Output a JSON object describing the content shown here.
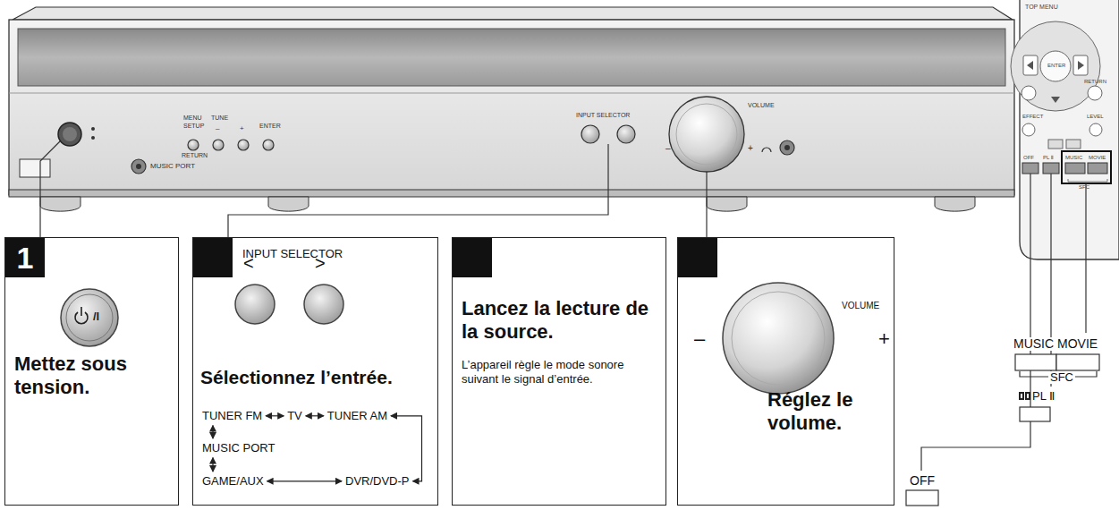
{
  "diagram": {
    "nodes": [
      {
        "text": [
          "1",
          "Mettez sous tension."
        ]
      },
      {
        "text": [
          "INPUT SELECTOR",
          "Sélectionnez l’entrée."
        ]
      },
      {
        "text": [
          "Lancez la lecture de la source.",
          "L’appareil règle le mode sonore suivant le signal d’entrée."
        ]
      },
      {
        "text": [
          "VOLUME",
          "Réglez le volume."
        ]
      },
      {
        "text": [
          "TUNER FM"
        ],
        "in": 1
      },
      {
        "text": [
          "TV"
        ],
        "in": 1
      },
      {
        "text": [
          "TUNER AM"
        ],
        "in": 1
      },
      {
        "text": [
          "MUSIC PORT"
        ],
        "in": 1
      },
      {
        "text": [
          "GAME/AUX"
        ],
        "in": 1
      },
      {
        "text": [
          "DVR/DVD-P"
        ],
        "in": 1
      }
    ],
    "edges": [
      {
        "from": 4,
        "to": 5,
        "arrow": "both"
      },
      {
        "from": 5,
        "to": 6,
        "arrow": "both"
      },
      {
        "from": 6,
        "to": 9,
        "arrow": "both"
      },
      {
        "from": 8,
        "to": 9,
        "arrow": "both"
      },
      {
        "from": 7,
        "to": 8,
        "arrow": "both"
      },
      {
        "from": 4,
        "to": 7,
        "arrow": "both"
      }
    ],
    "labels": [
      "MENU",
      "SETUP",
      "RETURN",
      "TUNE",
      "–",
      "+",
      "ENTER",
      "MUSIC PORT",
      "INPUT SELECTOR",
      "VOLUME",
      "–",
      "+",
      "TOP MENU",
      "ENTER",
      "RETURN",
      "EFFECT",
      "LEVEL",
      "OFF",
      "PL Ⅱ",
      "MUSIC",
      "MOVIE",
      "SFC",
      "<",
      ">",
      "–",
      "+",
      "/I",
      "MUSIC MOVIE",
      "SFC",
      "PL Ⅱ",
      "OFF"
    ]
  }
}
